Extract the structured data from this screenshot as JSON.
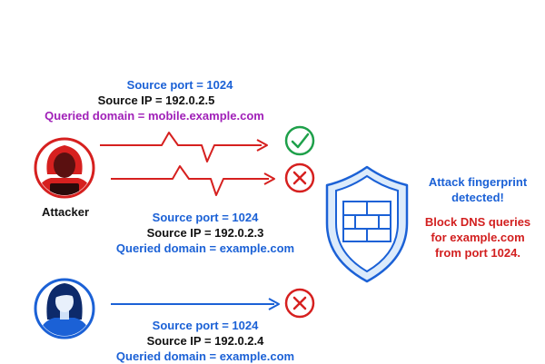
{
  "colors": {
    "attacker_red": "#d6201f",
    "user_blue": "#1b61d6",
    "success_green": "#1ea04a",
    "text_purple": "#a020b8",
    "shield_fill": "#dcebfb"
  },
  "flow_top": {
    "source_port": "Source port = 1024",
    "source_ip": "Source IP = 192.0.2.5",
    "queried_domain": "Queried domain = mobile.example.com",
    "outcome_icon": "check-circle-icon"
  },
  "flow_middle": {
    "source_port": "Source port = 1024",
    "source_ip": "Source IP = 192.0.2.3",
    "queried_domain": "Queried domain = example.com",
    "outcome_icon": "x-circle-icon"
  },
  "flow_bottom": {
    "source_port": "Source port = 1024",
    "source_ip": "Source IP = 192.0.2.4",
    "queried_domain": "Queried domain = example.com",
    "outcome_icon": "x-circle-icon"
  },
  "attacker": {
    "label": "Attacker",
    "icon": "hooded-attacker-icon"
  },
  "user": {
    "icon": "user-avatar-icon"
  },
  "firewall": {
    "icon": "firewall-shield-icon",
    "fingerprint_line1": "Attack fingerprint",
    "fingerprint_line2": "detected!",
    "block_line1": "Block DNS queries",
    "block_line2": "for example.com",
    "block_line3": "from port 1024."
  }
}
